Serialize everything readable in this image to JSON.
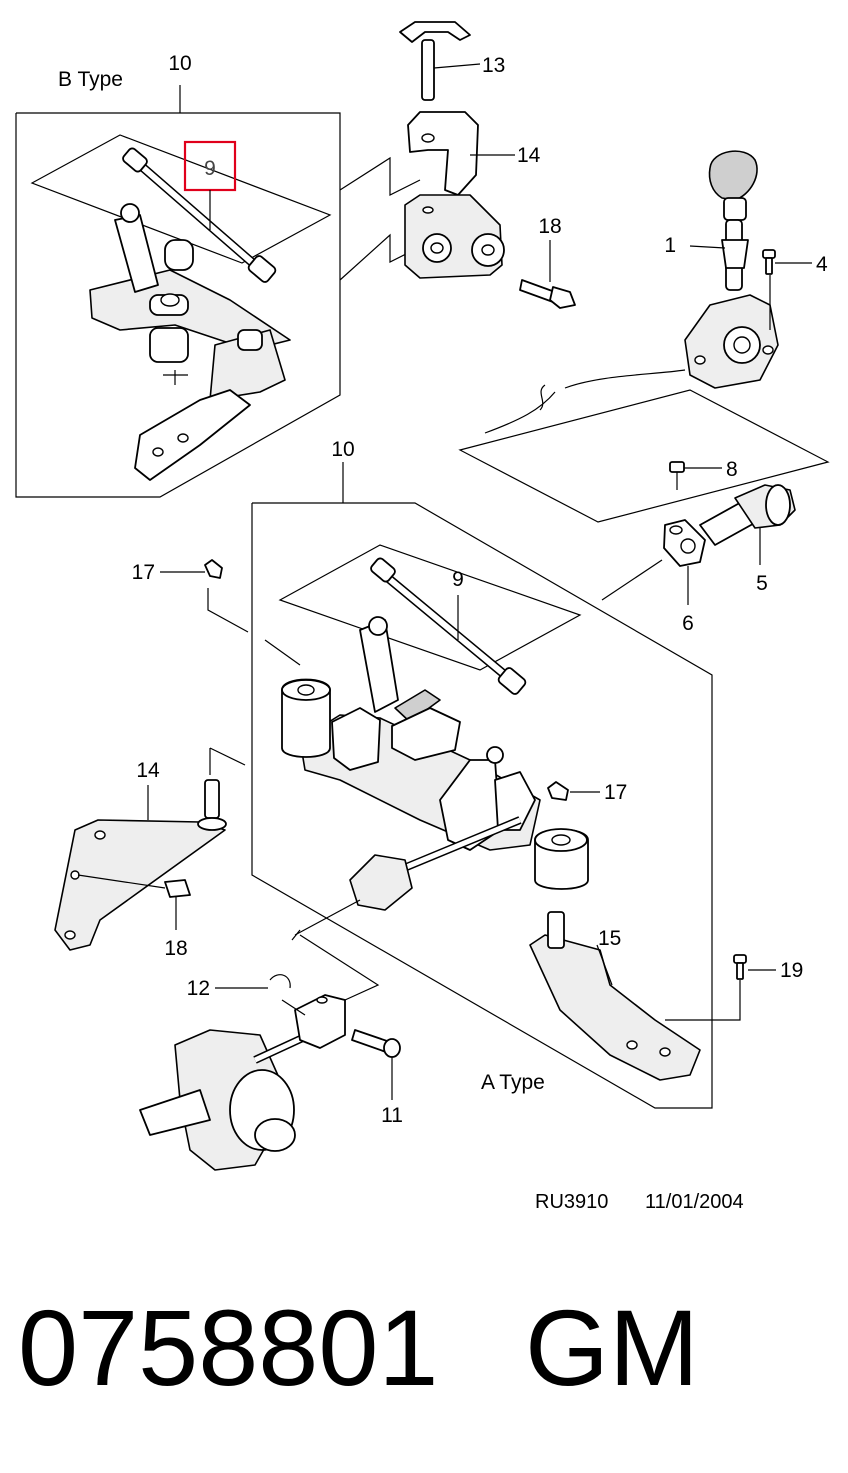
{
  "sections": {
    "b_type": "B Type",
    "a_type": "A Type"
  },
  "callouts": {
    "c1": "1",
    "c4": "4",
    "c5": "5",
    "c6": "6",
    "c8": "8",
    "c9_top": "9",
    "c9": "9",
    "c10_top": "10",
    "c10": "10",
    "c11": "11",
    "c12": "12",
    "c13": "13",
    "c14_top": "14",
    "c14": "14",
    "c15": "15",
    "c17_left": "17",
    "c17_right": "17",
    "c18_top": "18",
    "c18": "18",
    "c19": "19"
  },
  "reference": {
    "code": "RU3910",
    "date": "11/01/2004"
  },
  "footer": {
    "part_number": "0758801",
    "brand": "GM"
  },
  "colors": {
    "highlight_border": "#e0001b",
    "line": "#000000",
    "background": "#ffffff"
  }
}
